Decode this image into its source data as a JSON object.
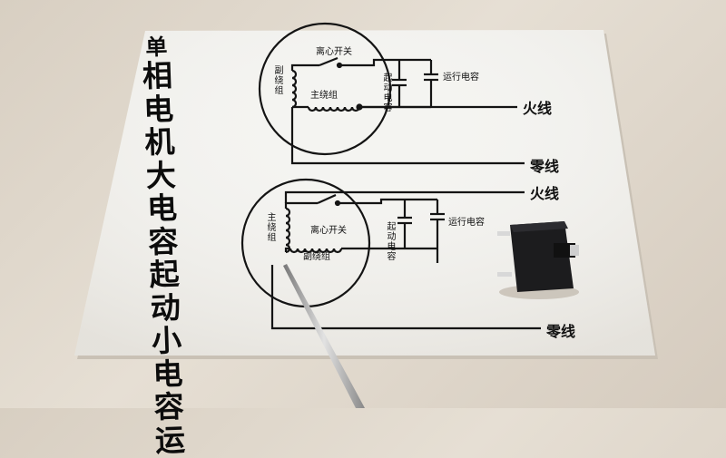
{
  "title_chars": [
    "单",
    "相",
    "电",
    "机",
    "大",
    "电",
    "容",
    "起",
    "动",
    "小",
    "电",
    "容",
    "运"
  ],
  "top_circuit": {
    "aux_winding": "副绕组",
    "main_winding": "主绕组",
    "centrifugal_switch": "离心开关",
    "start_capacitor": "起动电容",
    "run_capacitor": "运行电容",
    "live_wire": "火线",
    "neutral_wire": "零线"
  },
  "bottom_circuit": {
    "main_winding": "主绕组",
    "aux_winding": "副绕组",
    "centrifugal_switch": "离心开关",
    "start_capacitor": "起动电容",
    "run_capacitor": "运行电容",
    "live_wire": "火线",
    "neutral_wire": "零线"
  },
  "colors": {
    "paper": "#f4f4f1",
    "ink": "#141414",
    "background": "#ddd4c8",
    "capacitor_body": "#1c1c1e"
  }
}
